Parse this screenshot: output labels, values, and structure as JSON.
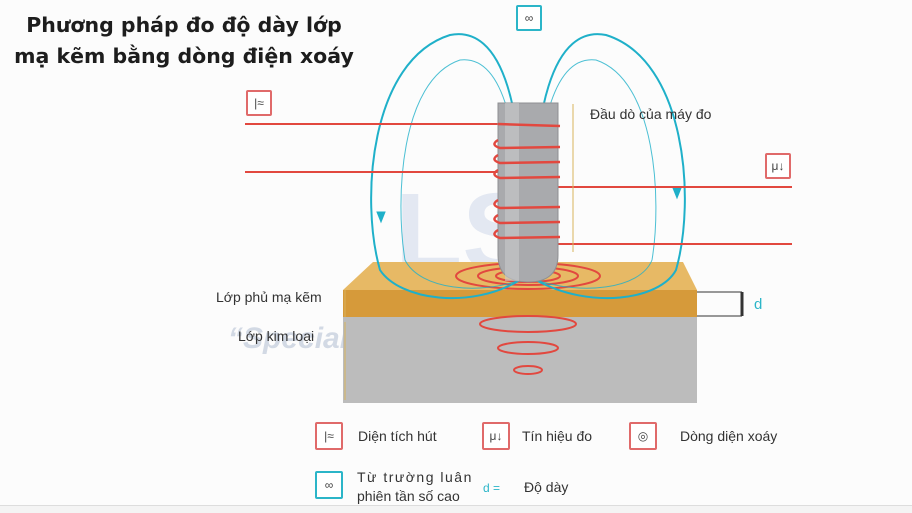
{
  "title": "Phương pháp đo độ dày lớp mạ kẽm bằng dòng điện xoáy",
  "labels": {
    "probe": "Đầu dò của máy đo",
    "coating": "Lớp phủ mạ kẽm",
    "metal": "Lớp kim loại",
    "thickness_symbol": "d"
  },
  "watermark": "“Specializing to be Different”",
  "legend": [
    {
      "icon": "attraction-charge-icon",
      "label": "Diện tích hút"
    },
    {
      "icon": "measured-signal-icon",
      "symbol": "μ↓",
      "label": "Tín hiệu đo"
    },
    {
      "icon": "eddy-current-icon",
      "label": "Dòng diện xoáy"
    },
    {
      "icon": "alternating-field-icon",
      "label_line1": "Từ trường luân",
      "label_line2": "phiên tần số cao"
    },
    {
      "symbol": "d =",
      "label": "Độ dày"
    }
  ],
  "colors": {
    "coil": "#e2483f",
    "field": "#1fb0c9",
    "coating": "#d9a040",
    "metal": "#bdbdbd",
    "probe": "#a9aaad"
  }
}
